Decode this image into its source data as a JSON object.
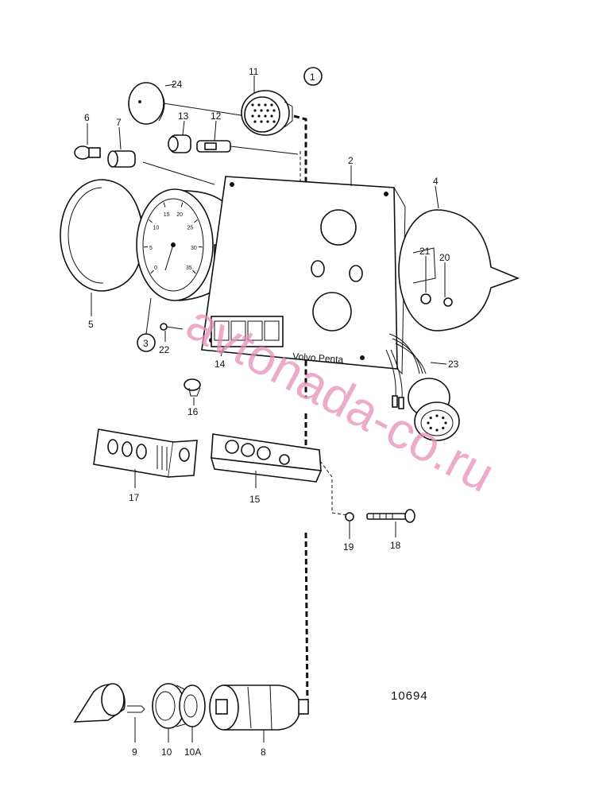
{
  "callouts": {
    "c1": "1",
    "c2": "2",
    "c3": "3",
    "c4": "4",
    "c5": "5",
    "c6": "6",
    "c7": "7",
    "c8": "8",
    "c9": "9",
    "c10": "10",
    "c10a": "10A",
    "c11": "11",
    "c12": "12",
    "c13": "13",
    "c14": "14",
    "c15": "15",
    "c16": "16",
    "c17": "17",
    "c18": "18",
    "c19": "19",
    "c20": "20",
    "c21": "21",
    "c22": "22",
    "c23": "23",
    "c24": "24"
  },
  "panel_text": "Volvo Penta",
  "gauge_ticks": [
    "0",
    "5",
    "10",
    "15",
    "20",
    "25",
    "30",
    "35"
  ],
  "reference_number": "10694",
  "watermark": "avtonada-co.ru"
}
